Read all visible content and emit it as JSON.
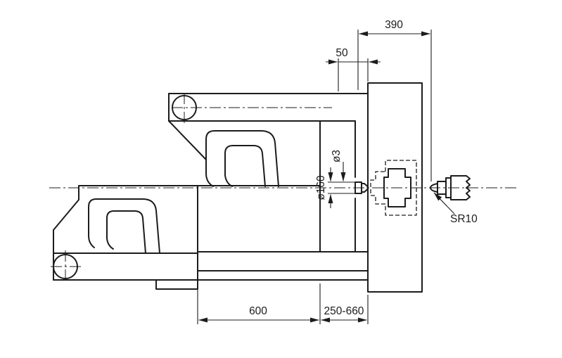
{
  "drawing": {
    "type": "engineering-dimension-drawing",
    "labels": {
      "dim_top_total": "390",
      "dim_nozzle_offset": "50",
      "dim_nozzle_tip": "ø3",
      "dim_locating_ring": "ø160",
      "dim_sprue_radius": "SR10",
      "dim_base_length": "600",
      "dim_stroke_range": "250-660"
    },
    "colors": {
      "line": "#1c1c1c",
      "background": "#ffffff"
    }
  }
}
